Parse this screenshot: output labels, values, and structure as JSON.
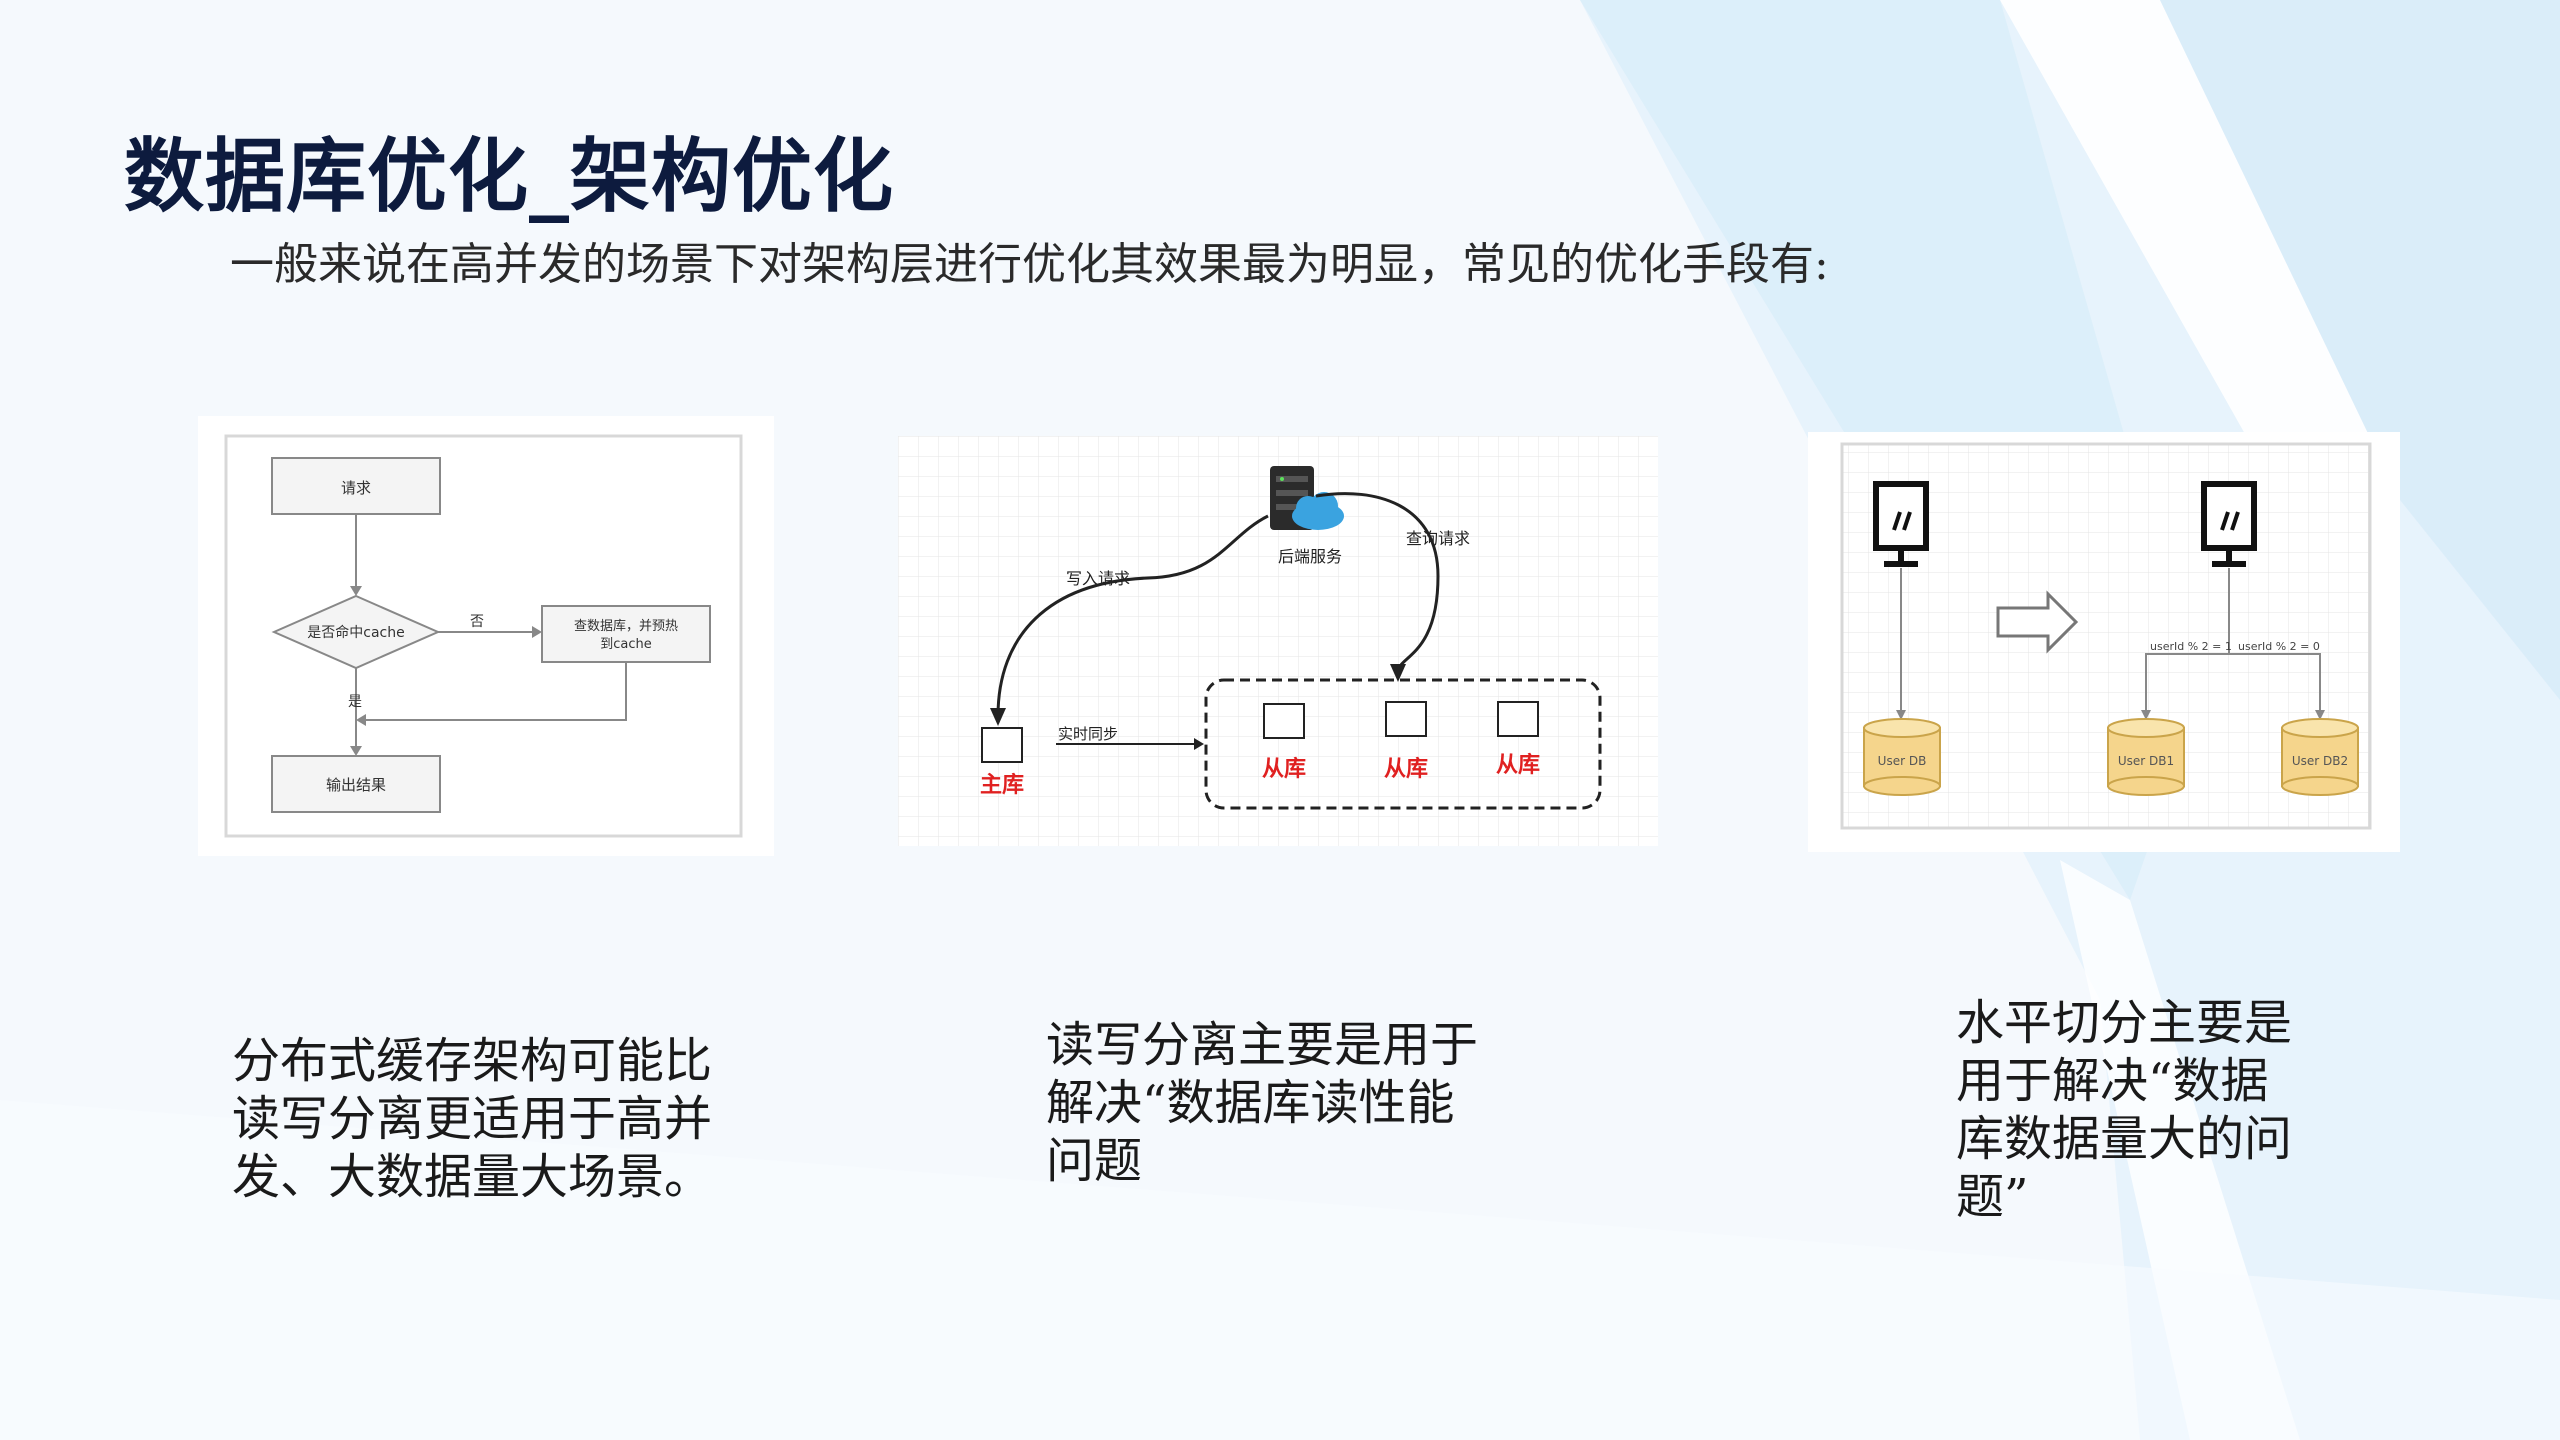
{
  "slide": {
    "title": "数据库优化_架构优化",
    "subtitle": "一般来说在高并发的场景下对架构层进行优化其效果最为明显，常见的优化手段有:"
  },
  "diagrams": {
    "cache": {
      "request": "请求",
      "decision": "是否命中cache",
      "no_label": "否",
      "query_db_1": "查数据库，并预热",
      "query_db_2": "到cache",
      "yes_label": "是",
      "output": "输出结果"
    },
    "rw_split": {
      "backend": "后端服务",
      "write_request": "写入请求",
      "query_request": "查询请求",
      "master": "主库",
      "sync": "实时同步",
      "slaves": [
        "从库",
        "从库",
        "从库"
      ]
    },
    "sharding": {
      "db0": "User DB",
      "db1": "User DB1",
      "db2": "User DB2",
      "rule1": "userId % 2 = 1",
      "rule0": "userId % 2 = 0"
    }
  },
  "captions": {
    "left": [
      "分布式缓存架构可能比",
      "读写分离更适用于高并",
      "发、大数据量大场景。"
    ],
    "middle": [
      "读写分离主要是用于",
      "解决“数据库读性能",
      "问题"
    ],
    "right": [
      "水平切分主要是",
      "用于解决“数据",
      "库数据量大的问",
      "题”"
    ]
  },
  "colors": {
    "title": "#0d1b3e",
    "accent_blue": "#cde6f7",
    "red_label": "#e02020",
    "db_fill": "#f5d58c"
  }
}
